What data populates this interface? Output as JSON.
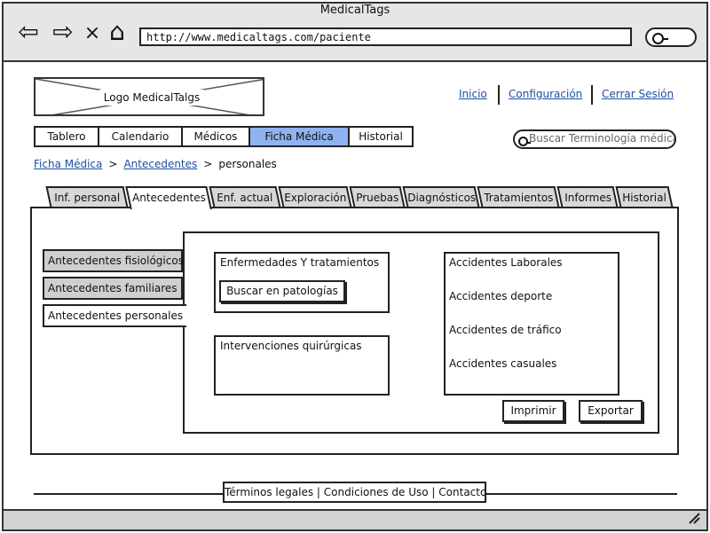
{
  "browser": {
    "title": "MedicalTags",
    "url": "http://www.medicaltags.com/paciente",
    "back_glyph": "⇦",
    "forward_glyph": "⇨",
    "close_glyph": "×",
    "home_glyph": "⌂"
  },
  "header": {
    "logo_text": "Logo MedicalTalgs",
    "links": [
      "Inicio",
      "Configuración",
      "Cerrar Sesión"
    ]
  },
  "nav": {
    "items": [
      "Tablero",
      "Calendario",
      "Médicos",
      "Ficha Médica",
      "Historial"
    ],
    "active": "Ficha Médica",
    "active_color": "#8fb3f0"
  },
  "search": {
    "placeholder": "Buscar Terminología médica"
  },
  "breadcrumb": {
    "items": [
      "Ficha Médica",
      "Antecedentes",
      "personales"
    ],
    "separator": ">"
  },
  "tabs": {
    "items": [
      "Inf. personal",
      "Antecedentes",
      "Enf. actual",
      "Exploración",
      "Pruebas",
      "Diagnósticos",
      "Tratamientos",
      "Informes",
      "Historial"
    ],
    "active": "Antecedentes"
  },
  "sidetabs": {
    "items": [
      "Antecedentes fisiológicos",
      "Antecedentes familiares",
      "Antecedentes personales"
    ],
    "active": "Antecedentes personales"
  },
  "panel": {
    "enfermedades": {
      "title": "Enfermedades Y tratamientos",
      "button": "Buscar en patologías"
    },
    "intervenciones": {
      "title": "Intervenciones quirúrgicas"
    },
    "accidentes": [
      "Accidentes Laborales",
      "Accidentes deporte",
      "Accidentes de tráfico",
      "Accidentes casuales"
    ],
    "print_button": "Imprimir",
    "export_button": "Exportar"
  },
  "footer": {
    "links": [
      "Términos legales",
      "Condiciones de Uso",
      "Contacto"
    ],
    "separator": "|"
  }
}
